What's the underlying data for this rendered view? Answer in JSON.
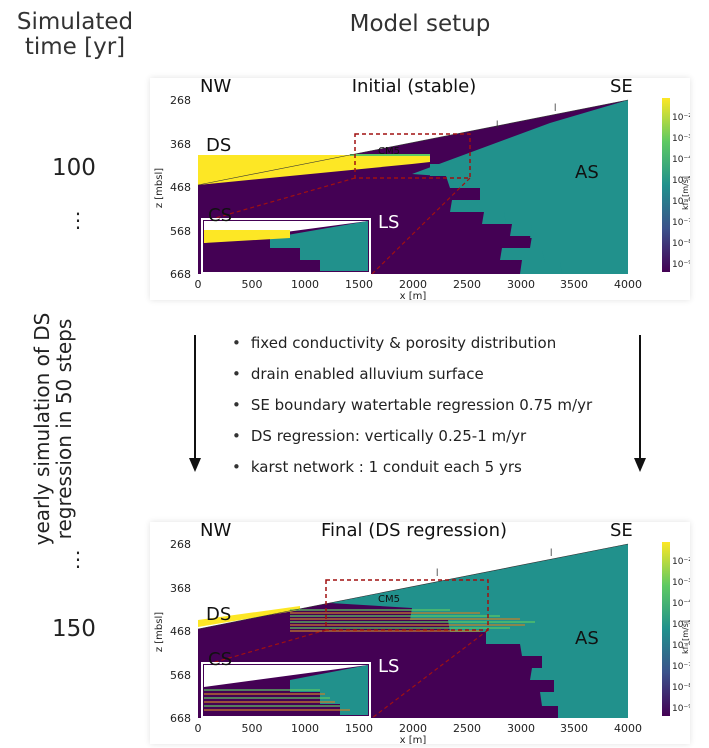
{
  "header": {
    "left_line1": "Simulated",
    "left_line2": "time [yr]",
    "center": "Model setup"
  },
  "timeline": {
    "t_start": "100",
    "t_end": "150",
    "dots": "⋮",
    "rotated_line1": "yearly simulation of DS",
    "rotated_line2": "regression in 50 steps"
  },
  "panel_top": {
    "title": "Initial (stable)",
    "nw": "NW",
    "se": "SE",
    "ylabel": "z [mbsl]",
    "xlabel": "x [m]",
    "yticks": [
      "268",
      "368",
      "468",
      "568",
      "668"
    ],
    "xticks": [
      "0",
      "500",
      "1000",
      "1500",
      "2000",
      "2500",
      "3000",
      "3500",
      "4000"
    ],
    "labels": {
      "ds": "DS",
      "cs": "CS",
      "ls": "LS",
      "as": "AS",
      "cm5": "CM5"
    },
    "cbar_label": "kf₁ [m/s]"
  },
  "panel_bottom": {
    "title": "Final (DS regression)",
    "nw": "NW",
    "se": "SE",
    "ylabel": "z [mbsl]",
    "xlabel": "x [m]",
    "yticks": [
      "268",
      "368",
      "468",
      "568",
      "668"
    ],
    "xticks": [
      "0",
      "500",
      "1000",
      "1500",
      "2000",
      "2500",
      "3000",
      "3500",
      "4000"
    ],
    "labels": {
      "ds": "DS",
      "cs": "CS",
      "ls": "LS",
      "as": "AS",
      "cm5": "CM5"
    },
    "cbar_label": "kfₙ [m/s]"
  },
  "colorbar_ticks": [
    "10⁻²",
    "10⁻³",
    "10⁻⁴",
    "10⁻⁵",
    "10⁻⁶",
    "10⁻⁷",
    "10⁻⁸",
    "10⁻⁹"
  ],
  "bullets": [
    "fixed conductivity & porosity distribution",
    "drain enabled alluvium surface",
    "SE boundary watertable regression 0.75 m/yr",
    "DS regression: vertically 0.25-1 m/yr",
    "karst network : 1 conduit each 5 yrs"
  ],
  "colors": {
    "yellow": "#fde725",
    "teal": "#21918c",
    "purple": "#440154",
    "green": "#5ec962",
    "red_dashed": "#a01010"
  }
}
